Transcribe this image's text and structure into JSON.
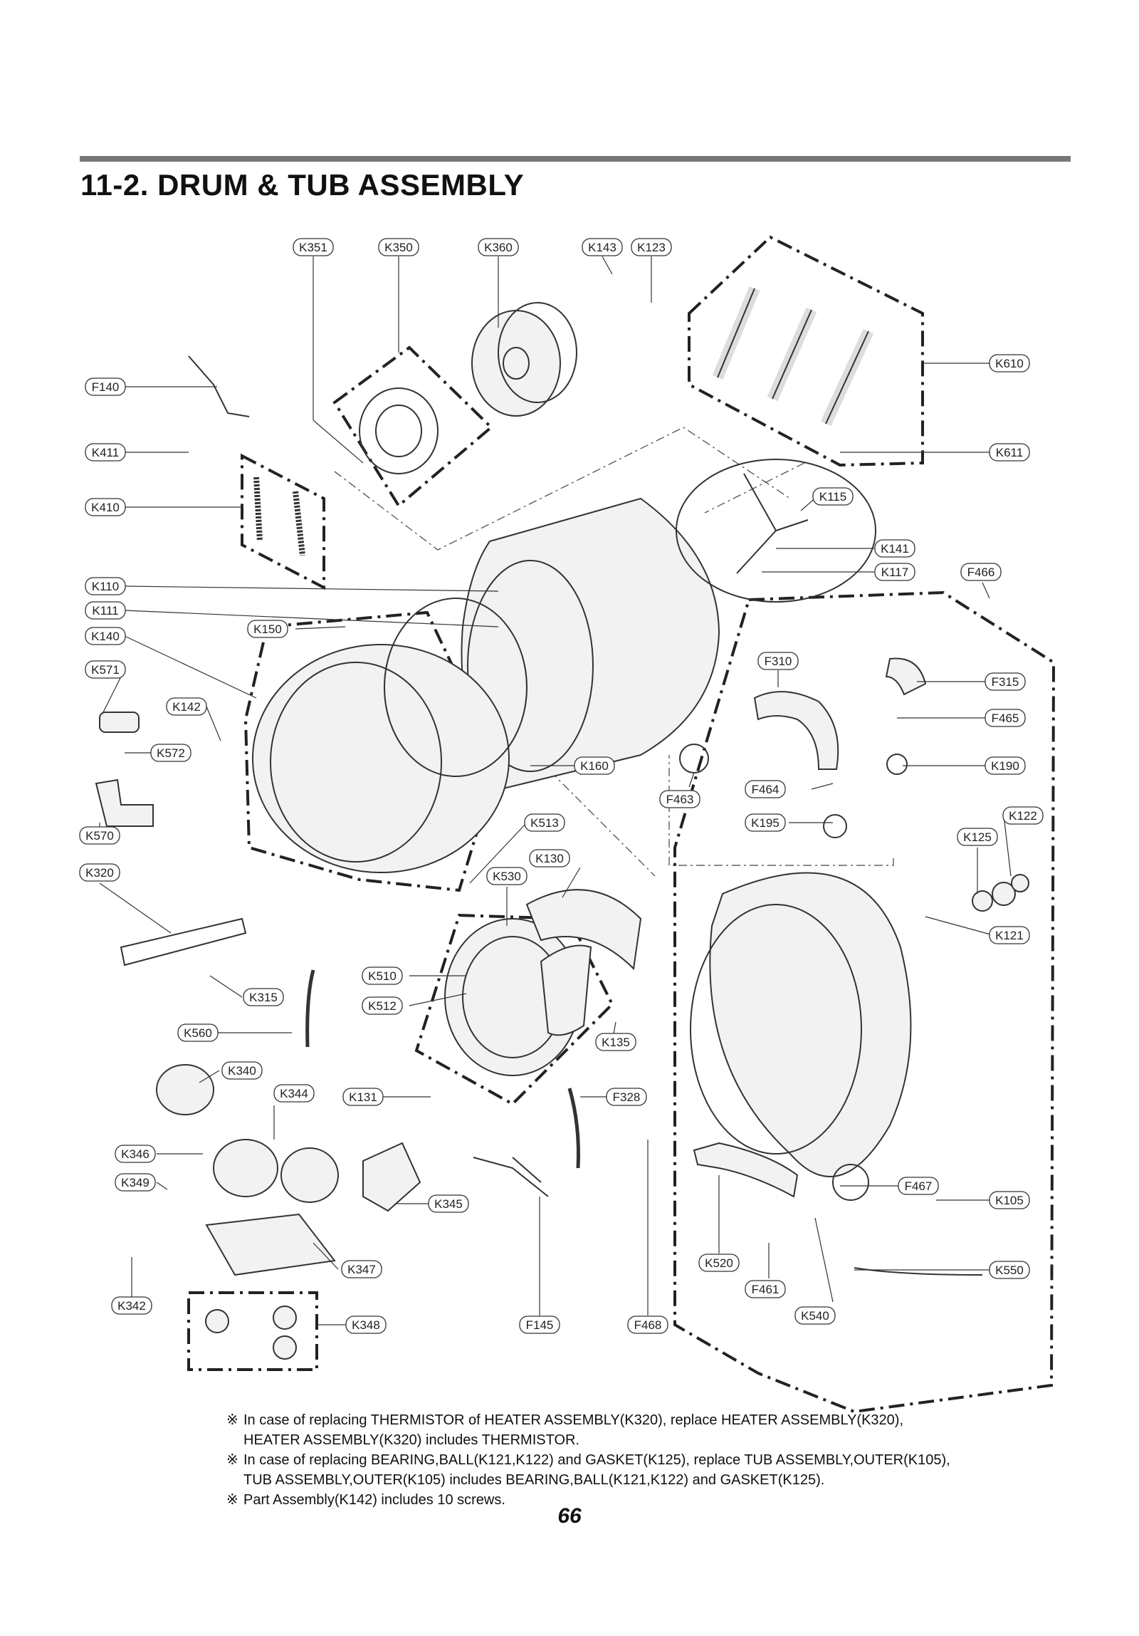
{
  "header": {
    "title": "11-2. DRUM & TUB ASSEMBLY"
  },
  "diagram": {
    "labels": {
      "K351": "K351",
      "K350": "K350",
      "K360": "K360",
      "K143": "K143",
      "K123": "K123",
      "F140": "F140",
      "K610": "K610",
      "K411": "K411",
      "K611": "K611",
      "K410": "K410",
      "K115": "K115",
      "K141": "K141",
      "K110": "K110",
      "K117": "K117",
      "F466": "F466",
      "K111": "K111",
      "K150": "K150",
      "K140": "K140",
      "F310": "F310",
      "K571": "K571",
      "F315": "F315",
      "K142": "K142",
      "F465": "F465",
      "K572": "K572",
      "K160": "K160",
      "K190": "K190",
      "F464": "F464",
      "F463": "F463",
      "K513": "K513",
      "K122": "K122",
      "K195": "K195",
      "K570": "K570",
      "K125": "K125",
      "K130": "K130",
      "K320": "K320",
      "K530": "K530",
      "K121": "K121",
      "K510": "K510",
      "K315": "K315",
      "K512": "K512",
      "K560": "K560",
      "K135": "K135",
      "K340": "K340",
      "K344": "K344",
      "K131": "K131",
      "F328": "F328",
      "K346": "K346",
      "F467": "F467",
      "K349": "K349",
      "K105": "K105",
      "K345": "K345",
      "K520": "K520",
      "K347": "K347",
      "K550": "K550",
      "F461": "F461",
      "K342": "K342",
      "K540": "K540",
      "K348": "K348",
      "F145": "F145",
      "F468": "F468"
    }
  },
  "notes": {
    "mark": "※",
    "items": [
      {
        "line1": "In case of replacing THERMISTOR of HEATER ASSEMBLY(K320), replace HEATER ASSEMBLY(K320),",
        "line2": "HEATER ASSEMBLY(K320) includes THERMISTOR."
      },
      {
        "line1": "In case of replacing BEARING,BALL(K121,K122) and GASKET(K125), replace TUB ASSEMBLY,OUTER(K105),",
        "line2": "TUB ASSEMBLY,OUTER(K105) includes BEARING,BALL(K121,K122) and GASKET(K125)."
      },
      {
        "line1": "Part Assembly(K142) includes 10 screws.",
        "line2": ""
      }
    ]
  },
  "footer": {
    "page_number": "66"
  }
}
